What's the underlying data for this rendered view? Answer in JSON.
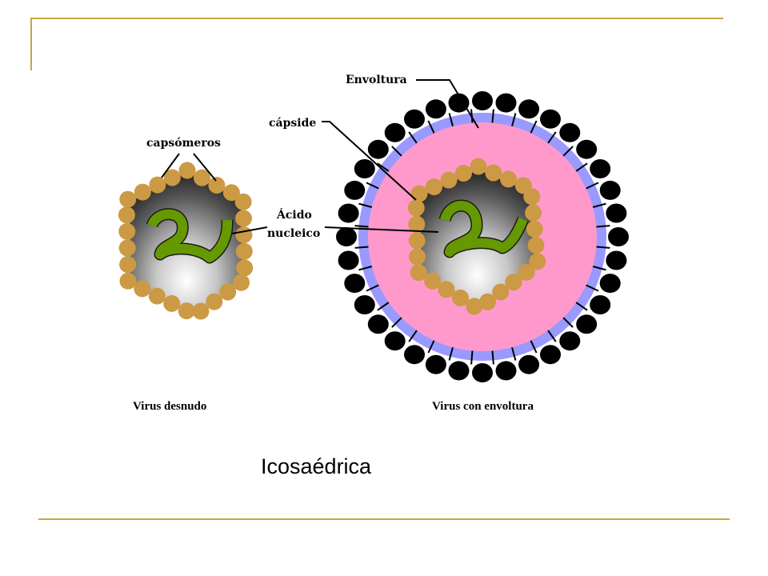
{
  "slide": {
    "caption": "Icosaédrica",
    "accent_color": "#c8a83a"
  },
  "labels": {
    "envoltura": "Envoltura",
    "capside": "cápside",
    "capsomeros": "capsómeros",
    "acido_line1": "Ácido",
    "acido_line2": "nucleico",
    "naked_title": "Virus desnudo",
    "enveloped_title": "Virus con envoltura"
  },
  "colors": {
    "capsomer": "#cc9944",
    "envelope_band": "#9999ff",
    "inner_pink": "#ff99cc",
    "spike": "#000000",
    "nucleic_acid": "#669900",
    "core_dark": "#1a1a1a",
    "core_light": "#ffffff"
  }
}
